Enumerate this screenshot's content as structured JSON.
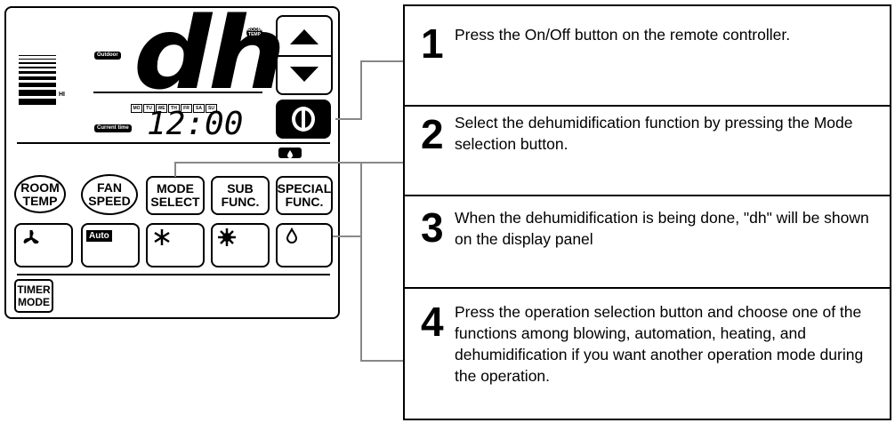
{
  "controller": {
    "outdoor_label": "Outdoor",
    "mode_display": "dh",
    "hi_label": "HI",
    "room_temp_label": "ROOM TEMP",
    "days": [
      "MO",
      "TU",
      "WE",
      "TH",
      "FR",
      "SA",
      "SU"
    ],
    "current_time_label": "Current time",
    "time_display": "12:00",
    "buttons": {
      "room_temp": [
        "ROOM",
        "TEMP"
      ],
      "fan_speed": [
        "FAN",
        "SPEED"
      ],
      "mode_select": [
        "MODE",
        "SELECT"
      ],
      "sub_func": [
        "SUB",
        "FUNC."
      ],
      "special_func": [
        "SPECIAL",
        "FUNC."
      ],
      "auto": "Auto",
      "timer_mode": [
        "TIMER",
        "MODE"
      ]
    },
    "icons": [
      "fan-icon",
      "auto-icon",
      "snowflake-icon",
      "sun-icon",
      "drop-icon"
    ]
  },
  "steps": [
    {
      "number": "1",
      "text": "Press the On/Off button on the remote controller."
    },
    {
      "number": "2",
      "text": "Select the dehumidification function by pressing the Mode selection button."
    },
    {
      "number": "3",
      "text": "When the dehumidification is being done, \"dh\" will be shown on the display panel"
    },
    {
      "number": "4",
      "text": "Press the operation selection button and choose one of the functions among blowing, automation, heating, and dehumidification if you want another operation mode during the operation."
    }
  ]
}
